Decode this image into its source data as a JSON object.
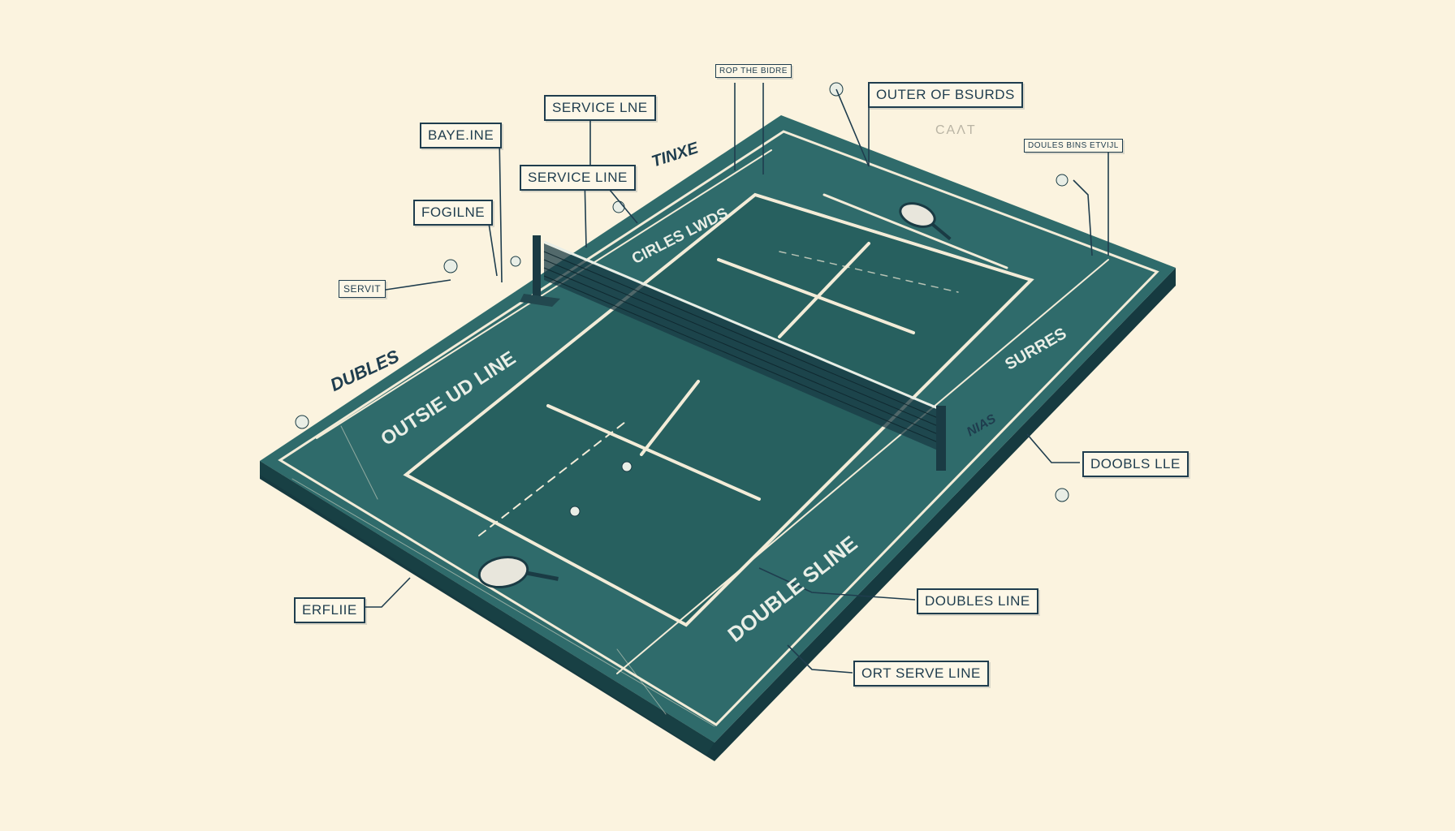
{
  "labels": {
    "rop_the_bidre": "ROP THE BIDRE",
    "outer_of_bsurds": "OUTER OF BSURDS",
    "service_line_1": "SERVICE LNE",
    "bayeline": "BAYE.INE",
    "service_line_2": "SERVICE LINE",
    "fogiline": "FOGILNE",
    "servit": "SERVIT",
    "doules_bins": "DOULES BINS ETVIJL",
    "doobls_lle": "DOOBLS LLE",
    "erflie": "ERFLIIE",
    "doubles_line": "DOUBLES LINE",
    "ort_serve_line": "ORT SERVE LINE"
  },
  "free_text": {
    "tinxe": "TINXE",
    "cant": "CAɅT",
    "dubles": "DUBLES",
    "nias": "NIAS"
  },
  "court_text": {
    "outside_line": "OUTSIE UD LINE",
    "cirles": "CIRLES LWDS",
    "surres": "SURRES",
    "double_line": "DOUBLE SLINE"
  },
  "colors": {
    "background": "#fbf3df",
    "court": "#2f6b6b",
    "court_dark": "#1e4f55",
    "court_edge": "#163a40",
    "line": "#f3ecd8",
    "ink": "#1f3d4e"
  }
}
